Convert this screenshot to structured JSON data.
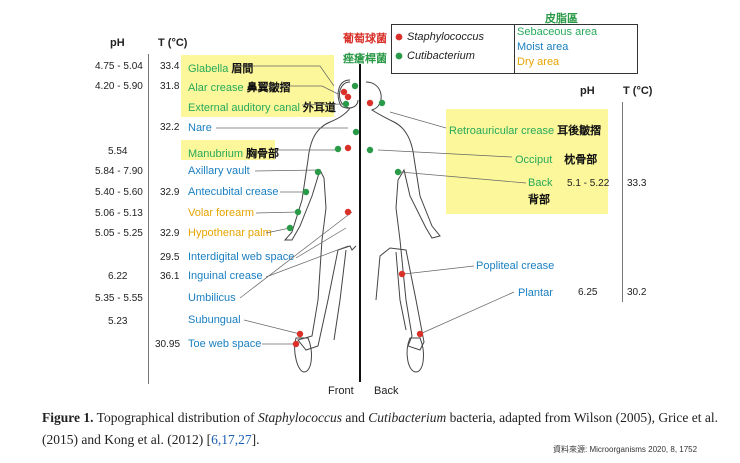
{
  "left_header": {
    "ph": "pH",
    "temp": "T (°C)"
  },
  "right_header": {
    "ph": "pH",
    "temp": "T (°C)"
  },
  "ph_values": [
    "4.75 - 5.04",
    "4.20 - 5.90",
    "5.54",
    "5.84 - 7.90",
    "5.40 - 5.60",
    "5.06 - 5.13",
    "5.05 - 5.25",
    "6.22",
    "5.35 - 5.55",
    "5.23"
  ],
  "temp_values": [
    "33.4",
    "31.8",
    "32.2",
    "32.9",
    "32.9",
    "29.5",
    "36.1",
    "30.95"
  ],
  "left_sites": [
    {
      "en": "Glabella",
      "zh": "眉間",
      "type": "sebaceous"
    },
    {
      "en": "Alar crease",
      "zh": "鼻翼皺摺",
      "type": "sebaceous"
    },
    {
      "en": "External auditory canal",
      "zh": "外耳道",
      "type": "sebaceous"
    },
    {
      "en": "Nare",
      "zh": "",
      "type": "moist"
    },
    {
      "en": "Manubrium",
      "zh": "胸骨部",
      "type": "sebaceous"
    },
    {
      "en": "Axillary vault",
      "zh": "",
      "type": "moist"
    },
    {
      "en": "Antecubital crease",
      "zh": "",
      "type": "moist"
    },
    {
      "en": "Volar forearm",
      "zh": "",
      "type": "dry"
    },
    {
      "en": "Hypothenar palm",
      "zh": "",
      "type": "dry"
    },
    {
      "en": "Interdigital web space",
      "zh": "",
      "type": "moist"
    },
    {
      "en": "Inguinal crease",
      "zh": "",
      "type": "moist"
    },
    {
      "en": "Umbilicus",
      "zh": "",
      "type": "moist"
    },
    {
      "en": "Subungual",
      "zh": "",
      "type": "moist"
    },
    {
      "en": "Toe web space",
      "zh": "",
      "type": "moist"
    }
  ],
  "right_sites": [
    {
      "en": "Retroauricular crease",
      "zh": "耳後皺摺",
      "type": "sebaceous"
    },
    {
      "en": "Occiput",
      "zh": "枕骨部",
      "type": "sebaceous"
    },
    {
      "en": "Back",
      "zh": "背部",
      "type": "sebaceous",
      "ph": "5.1 - 5.22",
      "temp": "33.3"
    },
    {
      "en": "Popliteal crease",
      "zh": "",
      "type": "moist"
    },
    {
      "en": "Plantar",
      "zh": "",
      "type": "moist",
      "ph": "6.25",
      "temp": "30.2"
    }
  ],
  "bacteria_legend": {
    "staph_zh": "葡萄球菌",
    "cuti_zh": "痤瘡桿菌",
    "staph": "Staphylococcus",
    "cuti": "Cutibacterium"
  },
  "skin_legend": {
    "title": "皮脂區",
    "sebaceous": "Sebaceous area",
    "moist": "Moist area",
    "dry": "Dry area"
  },
  "body_labels": {
    "front": "Front",
    "back": "Back"
  },
  "caption": {
    "figure_label": "Figure 1.",
    "text_a": "Topographical distribution of",
    "staph": "Staphylococcus",
    "and": "and",
    "cuti": "Cutibacterium",
    "text_b": "bacteria, adapted from Wilson (2005), Grice et al. (2015) and Kong et al. (2012) [",
    "refs": "6,17,27",
    "text_c": "].",
    "source": "資料來源: Microorganisms 2020, 8, 1752"
  },
  "colors": {
    "staph": "#d9302a",
    "cuti": "#2b9a48",
    "sebaceous": "#27a95a",
    "moist": "#1a7fc1",
    "dry": "#e6a400",
    "highlight": "#fbf79a"
  }
}
